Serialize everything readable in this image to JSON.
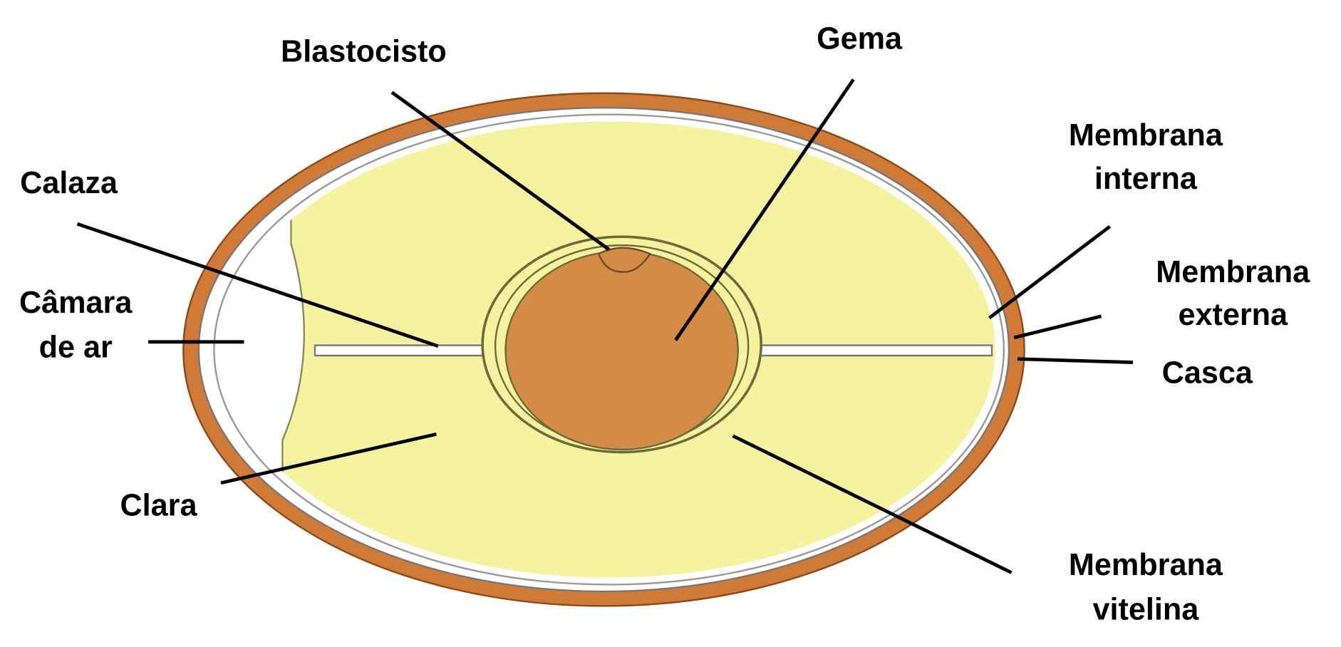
{
  "diagram": {
    "labels": {
      "blastocisto": "Blastocisto",
      "gema": "Gema",
      "calaza": "Calaza",
      "camara_line1": "Câmara",
      "camara_line2": "de ar",
      "membrana_interna_line1": "Membrana",
      "membrana_interna_line2": "interna",
      "membrana_externa_line1": "Membrana",
      "membrana_externa_line2": "externa",
      "casca": "Casca",
      "clara": "Clara",
      "membrana_vitelina_line1": "Membrana",
      "membrana_vitelina_line2": "vitelina"
    },
    "colors": {
      "shell": "#d07a38",
      "albumen": "#f6f3a0",
      "yolk": "#d38b45",
      "outline": "#6b6b3a",
      "leader": "#000000"
    }
  }
}
